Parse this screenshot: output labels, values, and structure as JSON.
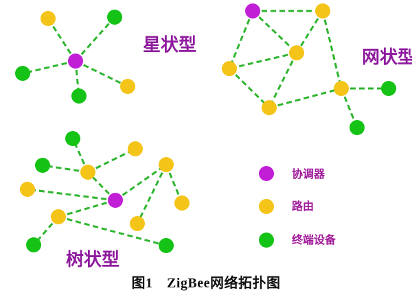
{
  "colors": {
    "coordinator": "#c11fd6",
    "router": "#f5c418",
    "end_device": "#15c316",
    "edge": "#2fb52f",
    "label": "#8e1b9e"
  },
  "topologies": {
    "star": {
      "label": "星状型",
      "nodes": [
        {
          "role": "coordinator"
        },
        {
          "role": "router"
        },
        {
          "role": "end_device"
        },
        {
          "role": "end_device"
        },
        {
          "role": "router"
        },
        {
          "role": "end_device"
        }
      ],
      "edges": [
        [
          0,
          1
        ],
        [
          0,
          2
        ],
        [
          0,
          3
        ],
        [
          0,
          4
        ],
        [
          0,
          5
        ]
      ]
    },
    "mesh": {
      "label": "网状型",
      "nodes": [
        {
          "role": "coordinator"
        },
        {
          "role": "router"
        },
        {
          "role": "router"
        },
        {
          "role": "router"
        },
        {
          "role": "router"
        },
        {
          "role": "router"
        },
        {
          "role": "end_device"
        },
        {
          "role": "end_device"
        }
      ],
      "edges": [
        [
          0,
          1
        ],
        [
          0,
          2
        ],
        [
          0,
          3
        ],
        [
          1,
          2
        ],
        [
          1,
          4
        ],
        [
          2,
          3
        ],
        [
          2,
          5
        ],
        [
          3,
          5
        ],
        [
          5,
          4
        ],
        [
          4,
          6
        ],
        [
          4,
          7
        ]
      ]
    },
    "tree": {
      "label": "树状型",
      "nodes": [
        {
          "role": "coordinator"
        },
        {
          "role": "router"
        },
        {
          "role": "end_device"
        },
        {
          "role": "router"
        },
        {
          "role": "end_device"
        },
        {
          "role": "router"
        },
        {
          "role": "router"
        },
        {
          "role": "router"
        },
        {
          "role": "router"
        },
        {
          "role": "router"
        },
        {
          "role": "end_device"
        },
        {
          "role": "end_device"
        }
      ],
      "edges": [
        [
          0,
          1
        ],
        [
          1,
          2
        ],
        [
          1,
          3
        ],
        [
          1,
          4
        ],
        [
          0,
          5
        ],
        [
          0,
          6
        ],
        [
          6,
          7
        ],
        [
          6,
          8
        ],
        [
          0,
          9
        ],
        [
          9,
          10
        ],
        [
          9,
          11
        ]
      ]
    }
  },
  "legend": [
    {
      "role": "coordinator",
      "label": "协调器"
    },
    {
      "role": "router",
      "label": "路由"
    },
    {
      "role": "end_device",
      "label": "终端设备"
    }
  ],
  "caption": "图1　ZigBee网络拓扑图"
}
